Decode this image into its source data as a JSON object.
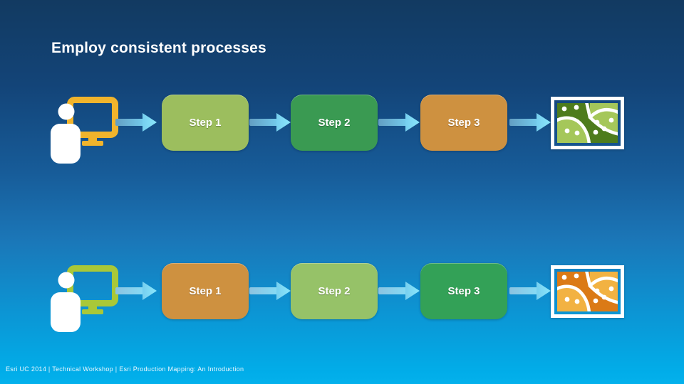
{
  "slide": {
    "title": "Employ consistent processes",
    "footer": "Esri UC 2014 | Technical Workshop |  Esri Production Mapping: An Introduction"
  },
  "rows": [
    {
      "id": "row-1",
      "steps": [
        {
          "label": "Step 1",
          "color": "#9CBE5E"
        },
        {
          "label": "Step 2",
          "color": "#3A9A52"
        },
        {
          "label": "Step 3",
          "color": "#CE9140"
        }
      ],
      "monitor_color": "#F1B42C",
      "map": {
        "theme": "green",
        "dark": "#4E7C1D",
        "light": "#A5C75A"
      }
    },
    {
      "id": "row-2",
      "steps": [
        {
          "label": "Step 1",
          "color": "#CE9140"
        },
        {
          "label": "Step 2",
          "color": "#96C268"
        },
        {
          "label": "Step 3",
          "color": "#33A157"
        }
      ],
      "monitor_color": "#A9C838",
      "map": {
        "theme": "orange",
        "dark": "#DB7A16",
        "light": "#F2B242"
      }
    }
  ],
  "icons": {
    "workstation": "person-at-monitor-icon",
    "arrow": "flow-arrow-right-icon",
    "map": "map-thumbnail-icon"
  },
  "colors": {
    "background_top": "#123A61",
    "background_bottom": "#04B1EC",
    "arrow_tail": "#639EC2",
    "arrow_head": "#8BE7FC",
    "person": "#FFFFFF",
    "map_frame": "#FFFFFF",
    "title_text": "#FFFFFF",
    "footer_text": "#EAF7FE"
  }
}
